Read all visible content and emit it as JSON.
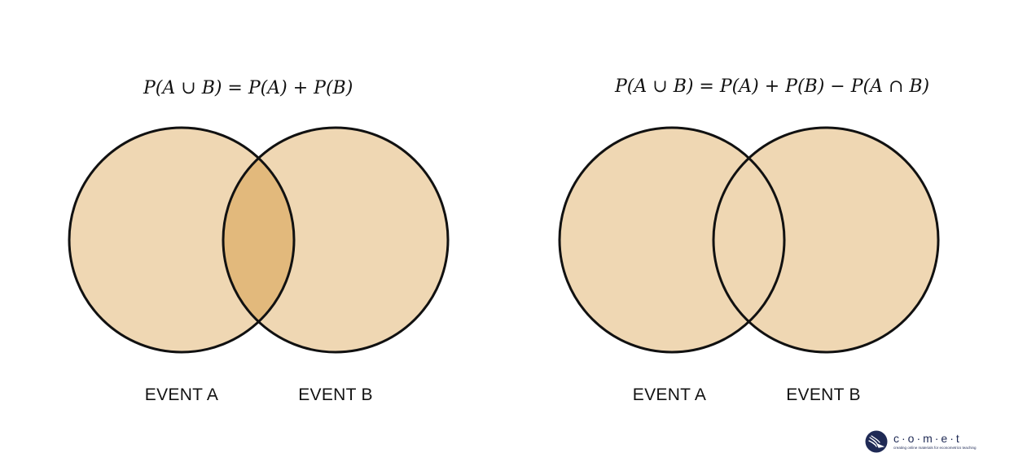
{
  "diagrams": [
    {
      "formula": "P(A ∪ B) = P(A) + P(B)",
      "overlap_highlighted": true,
      "labels": {
        "a": "EVENT A",
        "b": "EVENT B"
      }
    },
    {
      "formula": "P(A ∪ B) = P(A) + P(B) − P(A ∩ B)",
      "overlap_highlighted": false,
      "labels": {
        "a": "EVENT A",
        "b": "EVENT B"
      }
    }
  ],
  "colors": {
    "circle_fill": "#efd7b3",
    "overlap_fill": "#e2b97c",
    "stroke": "#111111"
  },
  "logo": {
    "wordmark": "c·o·m·e·t",
    "tagline": "creating online materials for econometrics teaching"
  }
}
